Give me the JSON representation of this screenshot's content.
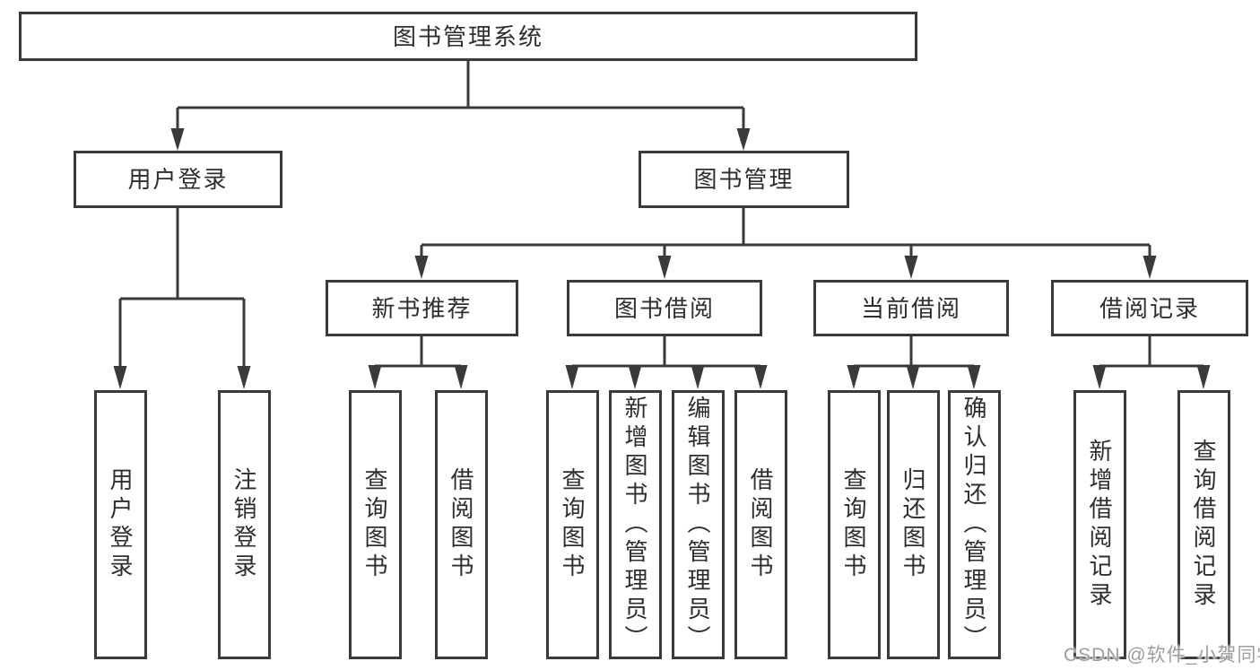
{
  "diagram": {
    "root": {
      "label": "图书管理系统"
    },
    "level2": [
      {
        "label": "用户登录"
      },
      {
        "label": "图书管理"
      }
    ],
    "level3": [
      {
        "label": "新书推荐"
      },
      {
        "label": "图书借阅"
      },
      {
        "label": "当前借阅"
      },
      {
        "label": "借阅记录"
      }
    ],
    "leaves": {
      "user_login": [
        {
          "label": "用户登录"
        },
        {
          "label": "注销登录"
        }
      ],
      "new_book_recommend": [
        {
          "label": "查询图书"
        },
        {
          "label": "借阅图书"
        }
      ],
      "book_borrow": [
        {
          "label": "查询图书"
        },
        {
          "label": "新增图书（管理员）"
        },
        {
          "label": "编辑图书（管理员）"
        },
        {
          "label": "借阅图书"
        }
      ],
      "current_borrow": [
        {
          "label": "查询图书"
        },
        {
          "label": "归还图书"
        },
        {
          "label": "确认归还（管理员）"
        }
      ],
      "borrow_records": [
        {
          "label": "新增借阅记录"
        },
        {
          "label": "查询借阅记录"
        }
      ]
    },
    "watermark": "CSDN @软件_小贺同学",
    "colors": {
      "line": "#3a3a3a",
      "text": "#2e2e2e",
      "watermark": "#9e9e9e",
      "background": "#ffffff"
    }
  }
}
